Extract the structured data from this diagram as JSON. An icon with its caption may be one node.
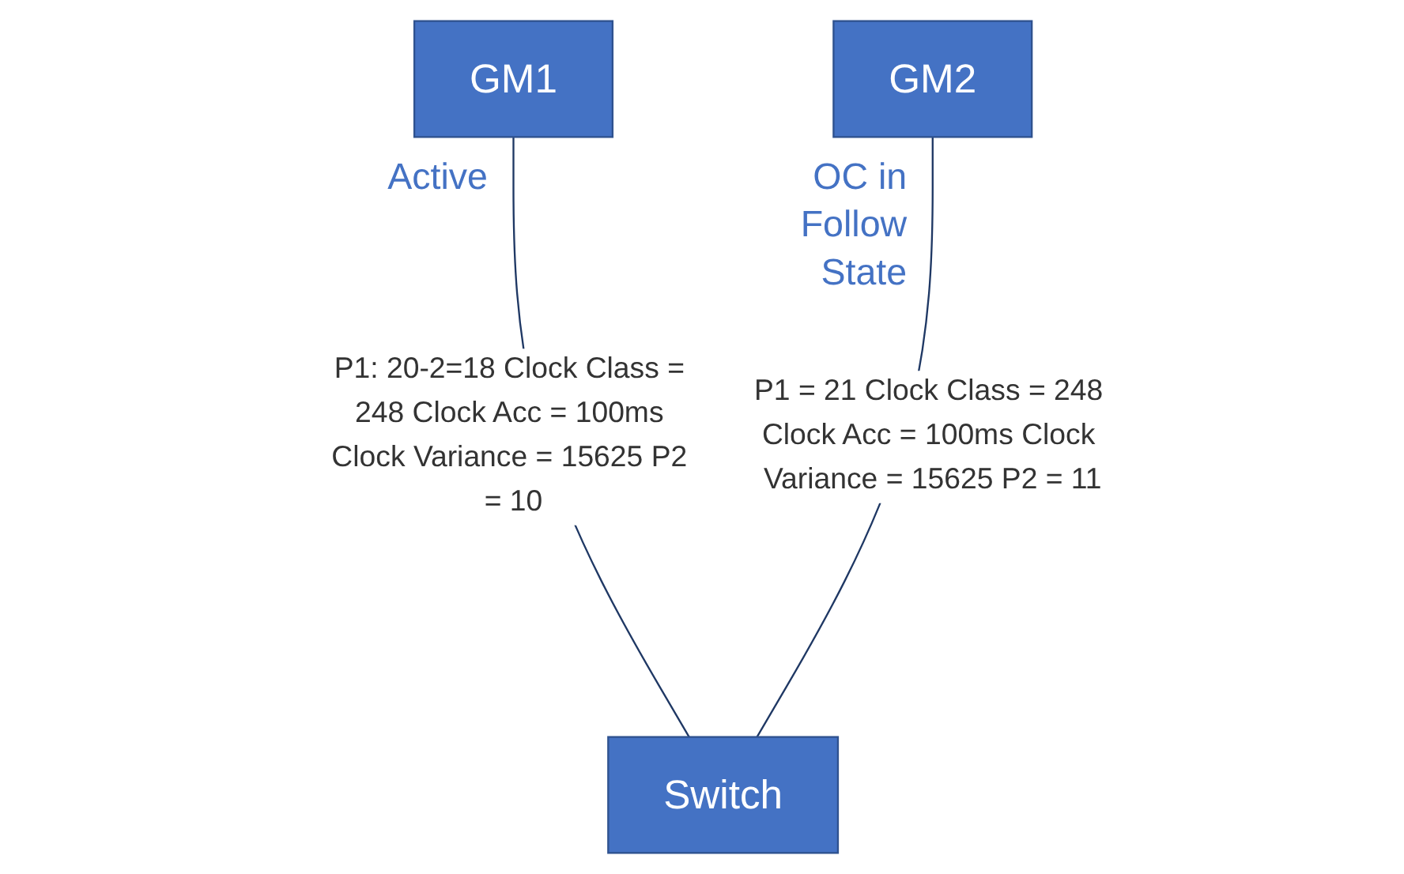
{
  "diagram": {
    "nodes": [
      {
        "text": [
          "GM1"
        ],
        "beside": [
          "Active"
        ]
      },
      {
        "text": [
          "GM2"
        ],
        "beside": [
          "OC in Follow State"
        ]
      },
      {
        "text": [
          "Switch"
        ]
      }
    ],
    "edges": [
      {
        "from": 0,
        "to": 2,
        "arrow": "none",
        "label": "P1: 20-2=18 Clock Class = 248 Clock Acc = 100ms Clock Variance = 15625 P2 = 10"
      },
      {
        "from": 1,
        "to": 2,
        "arrow": "none",
        "label": "P1 = 21 Clock Class = 248 Clock Acc = 100ms Clock Variance = 15625 P2 = 11"
      }
    ]
  }
}
